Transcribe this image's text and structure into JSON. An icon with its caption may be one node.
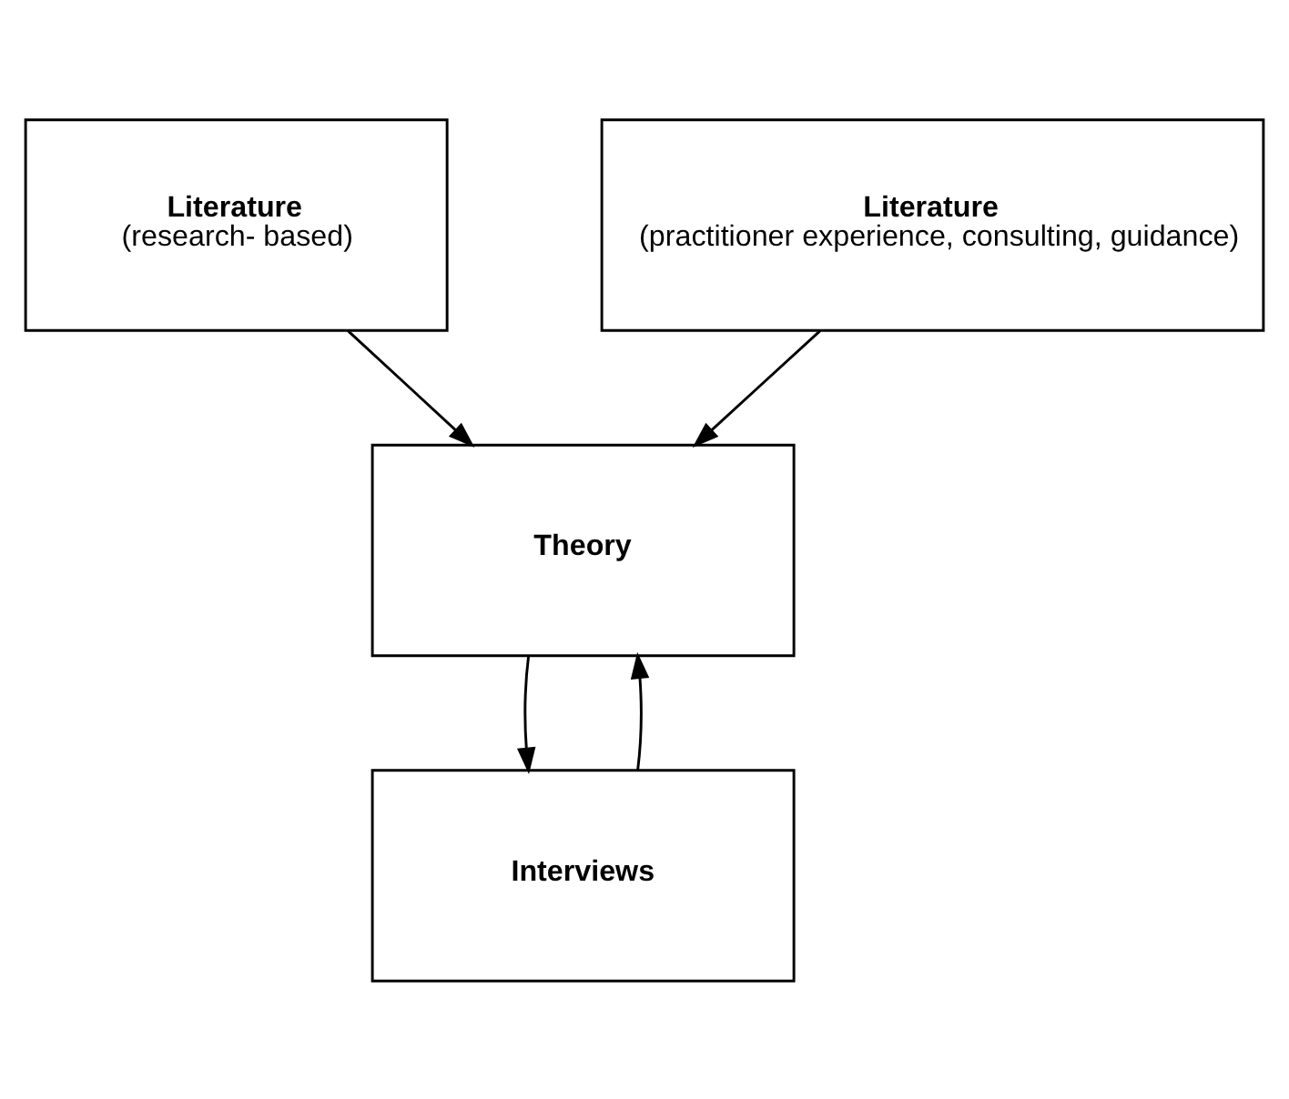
{
  "diagram": {
    "nodes": [
      {
        "text": [
          "Literature",
          "(research- based)"
        ]
      },
      {
        "text": [
          "Literature",
          "(practitioner experience, consulting, guidance)"
        ]
      },
      {
        "text": [
          "Theory"
        ]
      },
      {
        "text": [
          "Interviews"
        ]
      }
    ],
    "edges": [
      {
        "from": 0,
        "to": 2,
        "arrow": "to"
      },
      {
        "from": 1,
        "to": 2,
        "arrow": "to"
      },
      {
        "from": 2,
        "to": 3,
        "arrow": "to"
      },
      {
        "from": 3,
        "to": 2,
        "arrow": "to"
      }
    ]
  }
}
